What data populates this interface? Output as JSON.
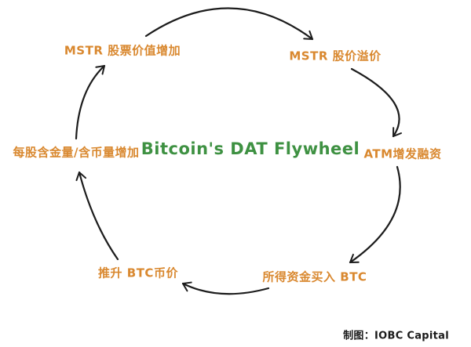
{
  "title": {
    "text": "Bitcoin's DAT Flywheel"
  },
  "credit": {
    "label": "制图：IOBC Capital"
  },
  "colors": {
    "node": "#D9882F",
    "arrow": "#1C1C1C",
    "title": "#3E9142",
    "background": "#FFFFFF",
    "credit": "#1A1A1A"
  },
  "nodes": [
    {
      "id": "mstr-stock-value-up",
      "label": "MSTR 股票价值增加"
    },
    {
      "id": "mstr-price-premium",
      "label": "MSTR 股价溢价"
    },
    {
      "id": "atm-financing",
      "label": "ATM增发融资"
    },
    {
      "id": "funds-buy-btc",
      "label": "所得资金买入 BTC"
    },
    {
      "id": "btc-price-up",
      "label": "推升 BTC币价"
    },
    {
      "id": "per-share-holdings-up",
      "label": "每股含金量/含币量增加"
    }
  ],
  "edges": [
    {
      "from": "mstr-stock-value-up",
      "to": "mstr-price-premium"
    },
    {
      "from": "mstr-price-premium",
      "to": "atm-financing"
    },
    {
      "from": "atm-financing",
      "to": "funds-buy-btc"
    },
    {
      "from": "funds-buy-btc",
      "to": "btc-price-up"
    },
    {
      "from": "btc-price-up",
      "to": "per-share-holdings-up"
    },
    {
      "from": "per-share-holdings-up",
      "to": "mstr-stock-value-up"
    }
  ]
}
